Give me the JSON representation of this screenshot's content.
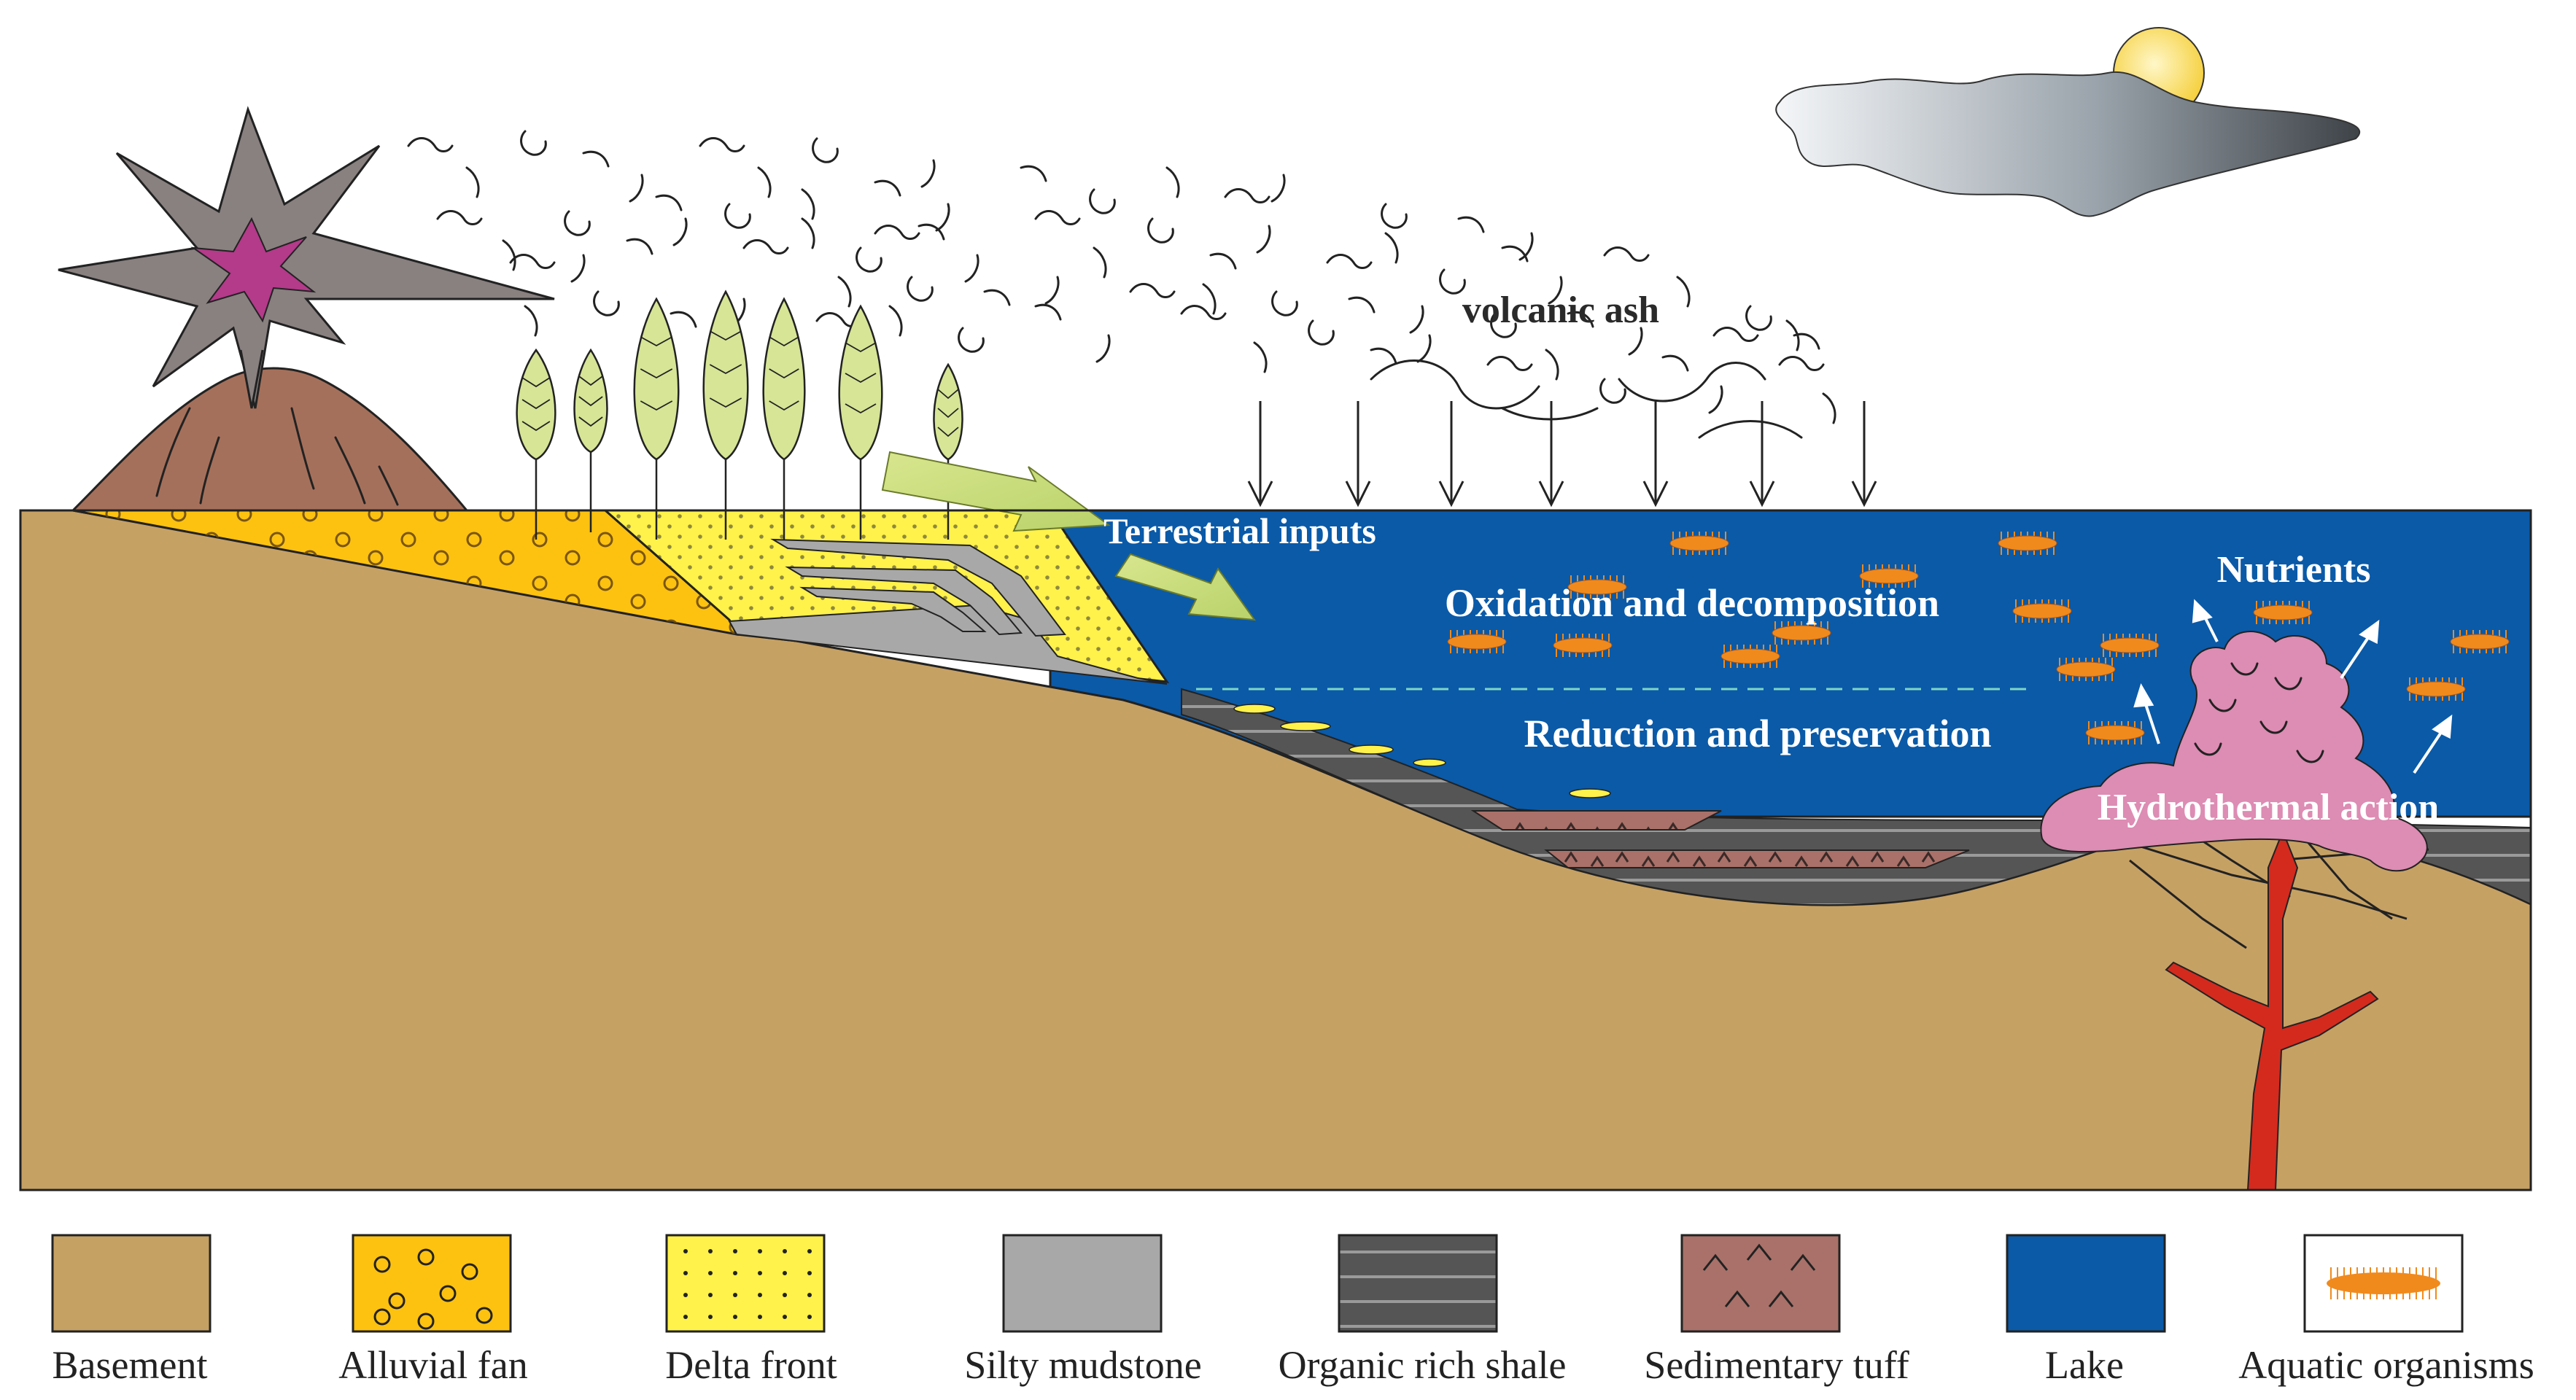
{
  "labels": {
    "volcanic_ash": "volcanic ash",
    "terrestrial_inputs": "Terrestrial inputs",
    "oxidation": "Oxidation and decomposition",
    "reduction": "Reduction and preservation",
    "nutrients": "Nutrients",
    "hydrothermal": "Hydrothermal action"
  },
  "legend": [
    {
      "label": "Basement",
      "pattern": "basement"
    },
    {
      "label": "Alluvial fan",
      "pattern": "alluvial"
    },
    {
      "label": "Delta front",
      "pattern": "delta"
    },
    {
      "label": "Silty mudstone",
      "pattern": "mudstone"
    },
    {
      "label": "Organic rich shale",
      "pattern": "shale"
    },
    {
      "label": "Sedimentary tuff",
      "pattern": "tuff"
    },
    {
      "label": "Lake",
      "pattern": "lake"
    },
    {
      "label": "Aquatic organisms",
      "pattern": "organism"
    }
  ],
  "colors": {
    "basement": "#c6a164",
    "alluvial": "#fdc20f",
    "delta": "#fff24a",
    "mudstone": "#a8a8a8",
    "shale": "#555555",
    "tuff": "#a97169",
    "lake": "#0a5aa8",
    "organism": "#f08a1c",
    "hydrothermal": "#dd8cb3",
    "volcano": "#a5705b",
    "vent": "#d42a1e",
    "tree": "#d6e596"
  }
}
